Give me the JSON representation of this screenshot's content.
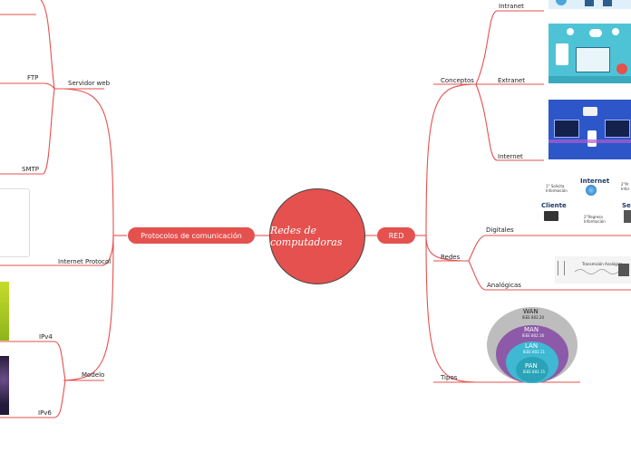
{
  "central": "Redes de computadoras",
  "left_branch": "Protocolos de comunicación",
  "right_branch": "RED",
  "left": {
    "servidor_web": "Servidor web",
    "ftp": "FTP",
    "smtp": "SMTP",
    "internet_protocol": "Internet Protocol",
    "modelo": "Modelo",
    "ipv4": "IPv4",
    "ipv6": "IPv6"
  },
  "right": {
    "conceptos": "Conceptos",
    "intranet": "Intranet",
    "extranet": "Extranet",
    "internet": "Internet",
    "redes": "Redes",
    "digitales": "Digitales",
    "analogicas": "Analógicas",
    "tipos": "Tipos"
  },
  "digital_img": {
    "internet": "Internet",
    "cliente": "Cliente",
    "solicita": "1° Solicita",
    "informacion1": "Información",
    "regresa": "2°Regresa",
    "informacion2": "Información",
    "right_top": "2°Pr",
    "right_top2": "Infor",
    "se": "Se"
  },
  "analog_img": {
    "title": "Transmisión Analógica"
  },
  "tipos_img": {
    "wan": "WAN",
    "wan_std": "IEEE 802.20",
    "man": "MAN",
    "man_std": "IEEE 802.16",
    "lan": "LAN",
    "lan_std": "IEEE 802.11",
    "pan": "PAN",
    "pan_std": "IEEE 802.15"
  }
}
